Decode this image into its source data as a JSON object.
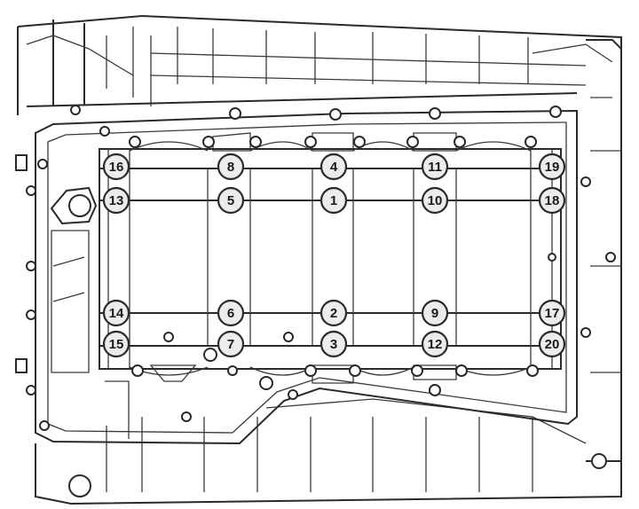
{
  "bolts": [
    {
      "label": "16",
      "col": 0,
      "row": 0
    },
    {
      "label": "8",
      "col": 1,
      "row": 0
    },
    {
      "label": "4",
      "col": 2,
      "row": 0
    },
    {
      "label": "11",
      "col": 3,
      "row": 0
    },
    {
      "label": "19",
      "col": 4,
      "row": 0
    },
    {
      "label": "13",
      "col": 0,
      "row": 1
    },
    {
      "label": "5",
      "col": 1,
      "row": 1
    },
    {
      "label": "1",
      "col": 2,
      "row": 1
    },
    {
      "label": "10",
      "col": 3,
      "row": 1
    },
    {
      "label": "18",
      "col": 4,
      "row": 1
    },
    {
      "label": "14",
      "col": 0,
      "row": 2
    },
    {
      "label": "6",
      "col": 1,
      "row": 2
    },
    {
      "label": "2",
      "col": 2,
      "row": 2
    },
    {
      "label": "9",
      "col": 3,
      "row": 2
    },
    {
      "label": "17",
      "col": 4,
      "row": 2
    },
    {
      "label": "15",
      "col": 0,
      "row": 3
    },
    {
      "label": "7",
      "col": 1,
      "row": 3
    },
    {
      "label": "3",
      "col": 2,
      "row": 3
    },
    {
      "label": "12",
      "col": 3,
      "row": 3
    },
    {
      "label": "20",
      "col": 4,
      "row": 3
    }
  ],
  "colors": {
    "line": "#2a2a2a",
    "paper": "#ffffff",
    "bolt_fill": "#ececec"
  }
}
